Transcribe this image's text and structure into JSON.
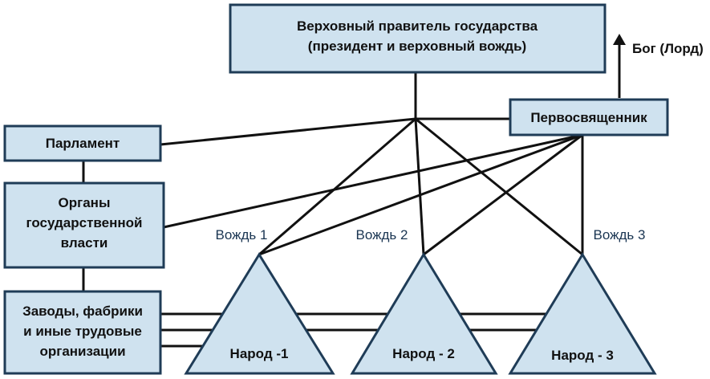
{
  "nodes": {
    "ruler": {
      "line1": "Верховный правитель государства",
      "line2": "(президент и верховный вождь)"
    },
    "priest": "Первосвященник",
    "god": "Бог (Лорд)",
    "parliament": "Парламент",
    "state_organs": {
      "line1": "Органы",
      "line2": "государственной",
      "line3": "власти"
    },
    "factories": {
      "line1": "Заводы, фабрики",
      "line2": "и иные трудовые",
      "line3": "организации"
    },
    "chief1": "Вождь 1",
    "chief2": "Вождь 2",
    "chief3": "Вождь 3",
    "people1": "Народ -1",
    "people2": "Народ - 2",
    "people3": "Народ - 3"
  },
  "colors": {
    "box_fill": "#cfe2ef",
    "box_stroke": "#1f3c57",
    "line": "#111111",
    "chief_text": "#1a3552"
  }
}
